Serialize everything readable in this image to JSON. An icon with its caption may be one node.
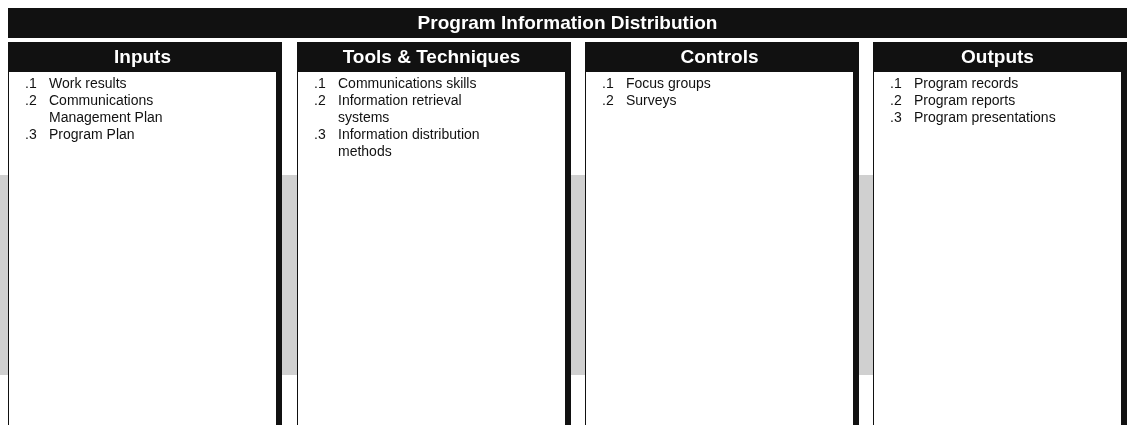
{
  "diagram": {
    "title": "Program Information Distribution",
    "nodes": [
      {
        "text": [
          "Inputs",
          ".1 Work results",
          ".2 Communications Management Plan",
          ".3 Program Plan"
        ]
      },
      {
        "text": [
          "Tools & Techniques",
          ".1 Communications skills",
          ".2 Information retrieval systems",
          ".3 Information distribution methods"
        ]
      },
      {
        "text": [
          "Controls",
          ".1 Focus groups",
          ".2 Surveys"
        ]
      },
      {
        "text": [
          "Outputs",
          ".1 Program records",
          ".2 Program reports",
          ".3 Program presentations"
        ]
      }
    ],
    "edges": [
      {
        "from": null,
        "to": 0,
        "arrow": "none"
      },
      {
        "from": 0,
        "to": 1,
        "arrow": "none"
      },
      {
        "from": 1,
        "to": 2,
        "arrow": "none"
      },
      {
        "from": 2,
        "to": 3,
        "arrow": "none"
      }
    ]
  }
}
